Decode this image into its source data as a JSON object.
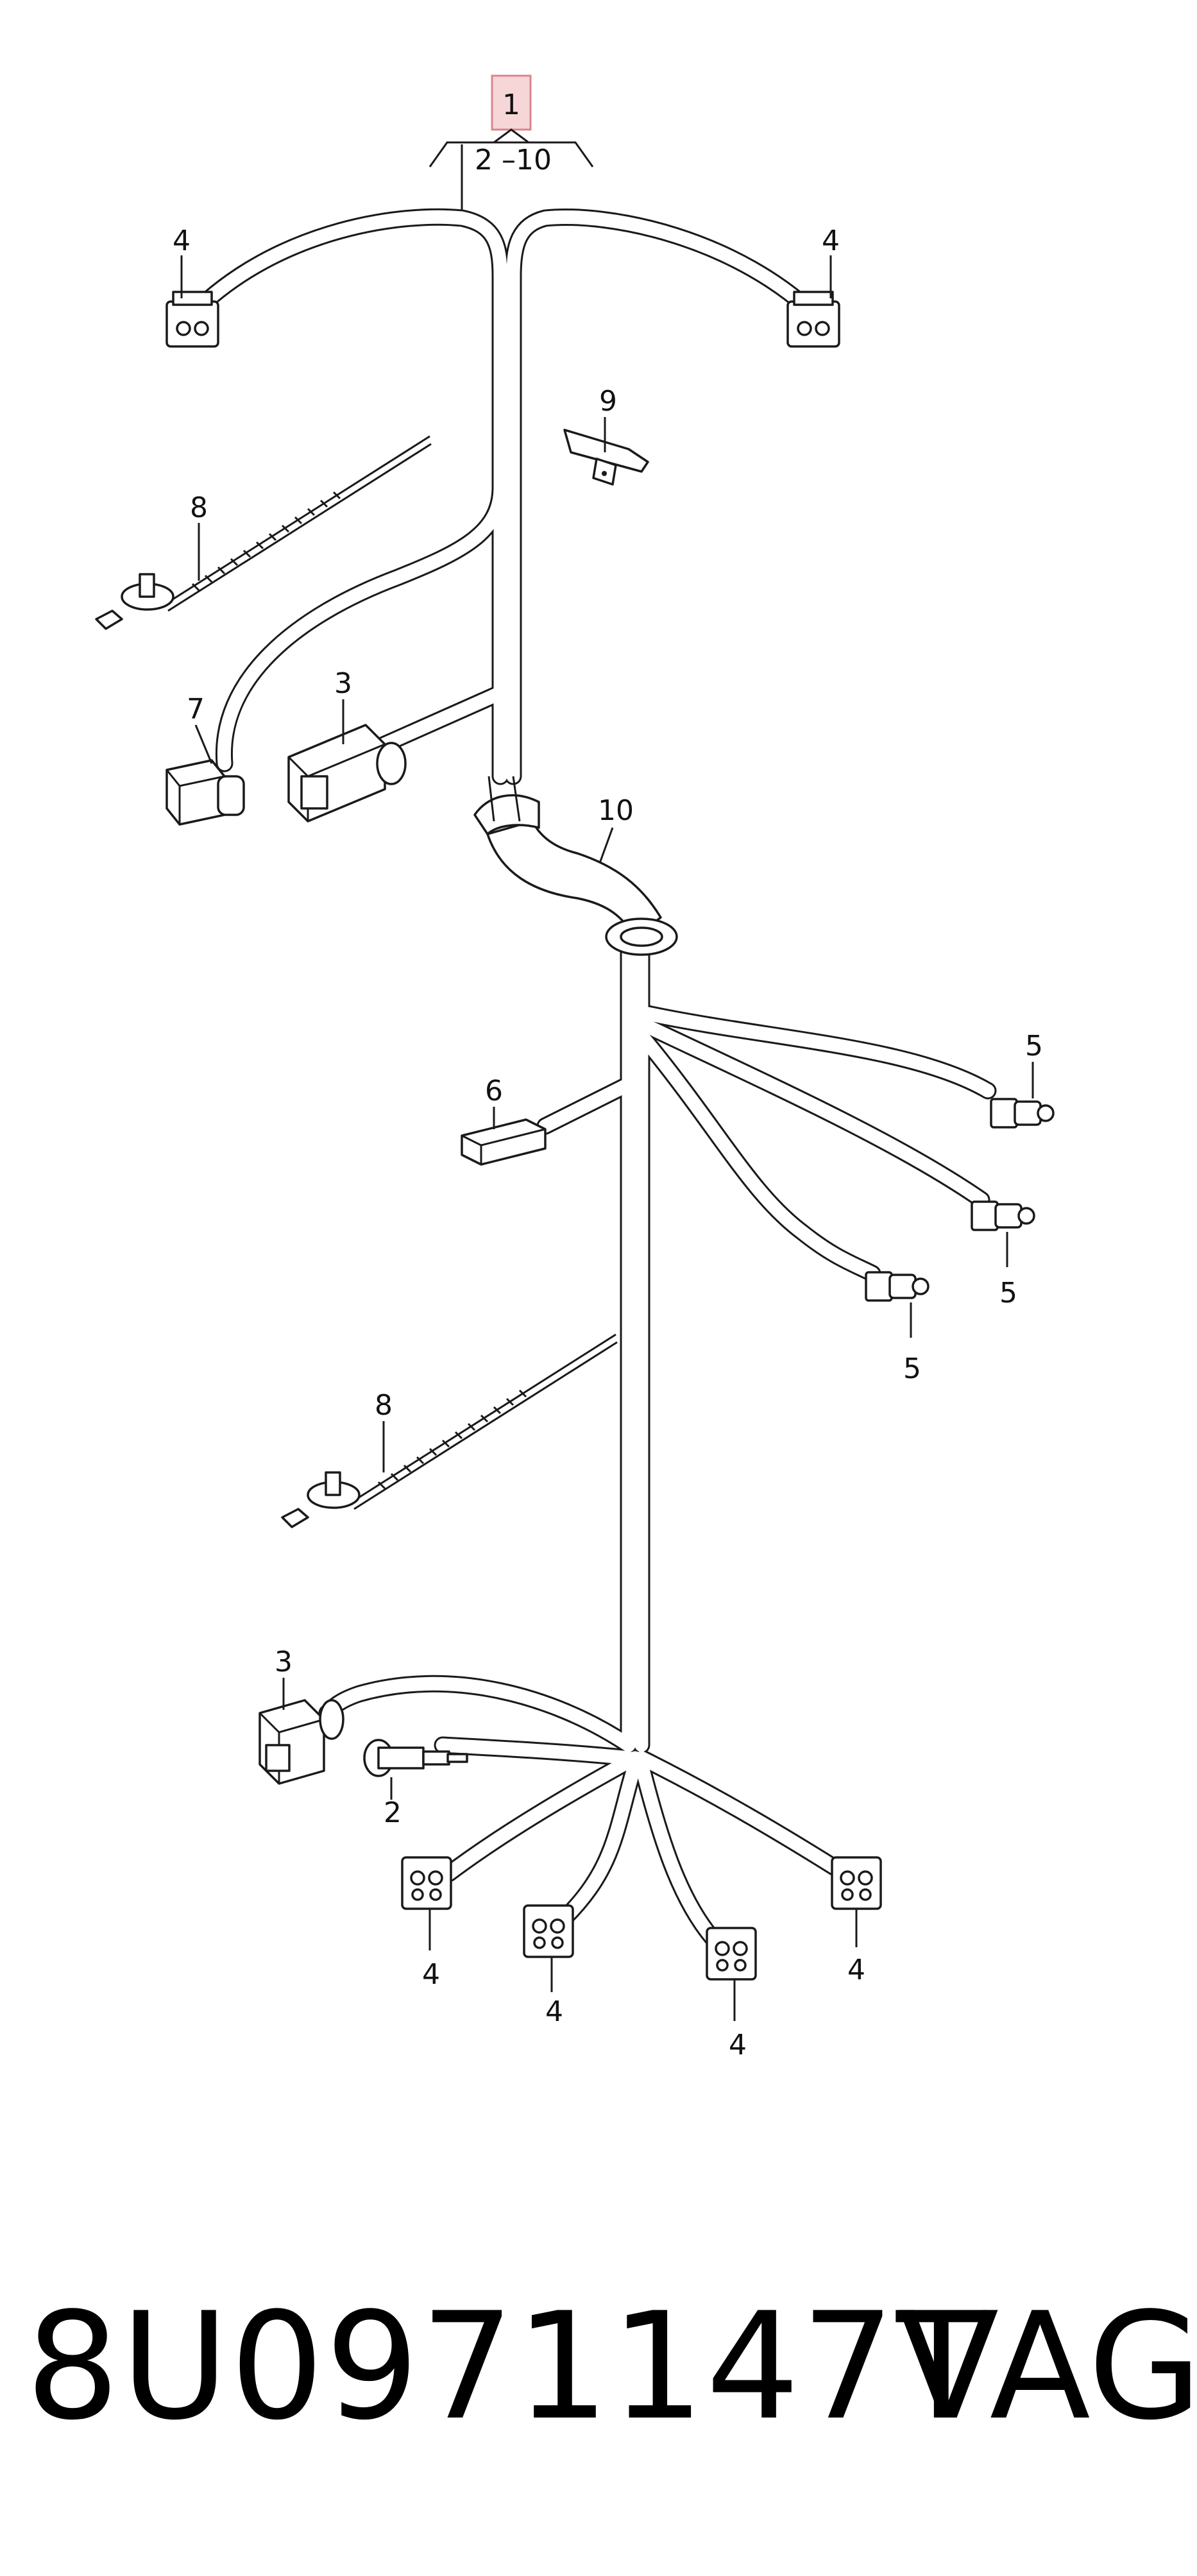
{
  "diagram": {
    "main_callout": "1",
    "range_label": "2 –10",
    "callouts": [
      "4",
      "4",
      "9",
      "8",
      "7",
      "3",
      "10",
      "5",
      "6",
      "5",
      "5",
      "8",
      "3",
      "2",
      "4",
      "4",
      "4",
      "4"
    ]
  },
  "footer": {
    "part_number": "8U0971147T",
    "brand": "VAG"
  },
  "colors": {
    "highlight_fill": "#f7d6d8",
    "highlight_stroke": "#d9868b",
    "line": "#1a1a1a"
  }
}
